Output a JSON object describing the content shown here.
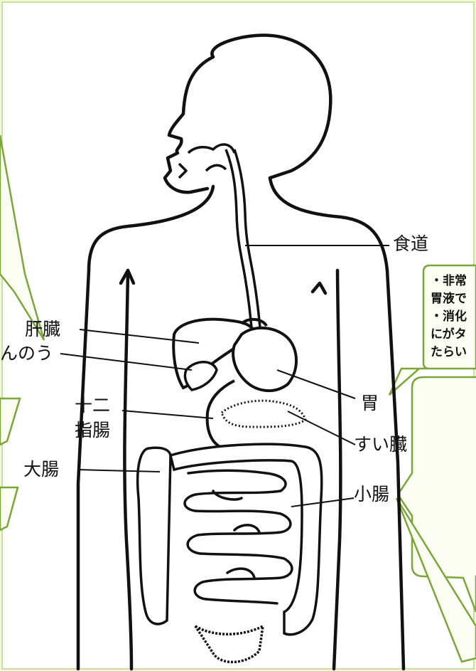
{
  "labels": {
    "esophagus": "食道",
    "liver": "肝臓",
    "gallbladder": "んのう",
    "duodenum_1": "十二",
    "duodenum_2": "指腸",
    "large_intestine": "大腸",
    "stomach": "胃",
    "pancreas": "すい臓",
    "small_intestine": "小腸"
  },
  "callouts": {
    "stomach_note": {
      "line1": "・非常",
      "line2": "胃液で",
      "line3": "・消化",
      "line4": "にがタ",
      "line5": "たらい"
    }
  },
  "colors": {
    "background": "#f1f8d8",
    "callout_border": "#7aa63a",
    "callout_fill": "#fbfdf2",
    "line": "#111111"
  }
}
